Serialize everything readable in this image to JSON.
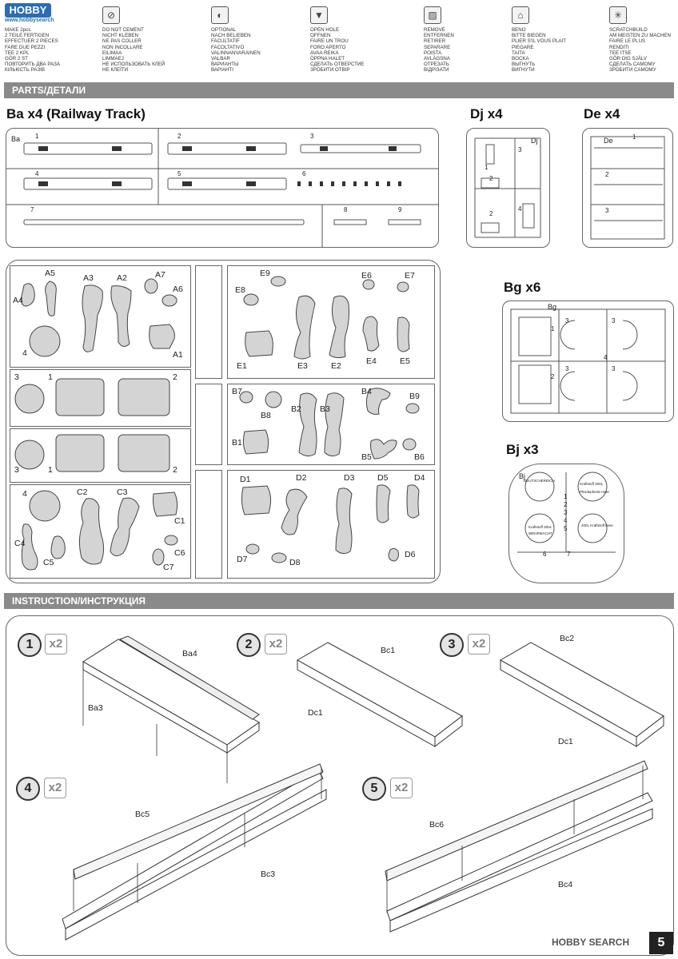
{
  "watermark": {
    "logo_text": "",
    "url": "www.hobbysearch",
    "site": "HOBBY SEARCH"
  },
  "legend": [
    {
      "icon": "make-two-icon",
      "lines": [
        "MAKE 2pcs",
        "2 TEILE FERTIGEN",
        "EFFECTUER 2 PIECES",
        "FARE DUE PEZZI",
        "TEE 2 KPL",
        "GÖR 2 ST",
        "ПОВТОРИТЬ ДВА РАЗА",
        "КІЛЬКІСТЬ РАЗІВ"
      ]
    },
    {
      "icon": "no-cement-icon",
      "lines": [
        "DO NOT CEMENT",
        "NICHT KLEBEN",
        "NE PAS COLLER",
        "NON INCOLLARE",
        "EILIMAA",
        "LIMMAEJ",
        "НЕ ИСПОЛЬЗОВАТЬ КЛЕЙ",
        "НЕ КЛЕЇТИ"
      ]
    },
    {
      "icon": "optional-icon",
      "lines": [
        "OPTIONAL",
        "NACH BELIEBEN",
        "FACULTATIF",
        "FACOLTATIVO",
        "VALINNANVARAINEN",
        "VALBAR",
        "ВАРИАНТЫ",
        "ВАРІАНТІ"
      ]
    },
    {
      "icon": "open-hole-icon",
      "lines": [
        "OPEN HOLE",
        "OFFNEN",
        "FAIRE UN TROU",
        "FORO APERTO",
        "AVAA REIKA",
        "ÖPPNA HALET",
        "СДЕЛАТЬ ОТВЕРСТИЕ",
        "ЗРОБИТИ ОТВІР"
      ]
    },
    {
      "icon": "remove-icon",
      "lines": [
        "REMOVE",
        "ENTFERNEN",
        "RETIRER",
        "SEPARARE",
        "POISTA",
        "AVLÄGSNA",
        "ОТРЕЗАТЬ",
        "ВІДРІЗАТИ"
      ]
    },
    {
      "icon": "bend-icon",
      "lines": [
        "BENO",
        "BITTE BIEGEN",
        "PLIER S'IL VOUS PLAIT",
        "PIEGARE",
        "TAITA",
        "BOCKA",
        "ВЫГНУТЬ",
        "ВИГНУТИ"
      ]
    },
    {
      "icon": "scratchbuild-icon",
      "lines": [
        "SCRATCHBUILD",
        "AM MEISTEN ZU MACHEN",
        "FAIRE LE PLUS",
        "RENDITI",
        "TEE ITSE",
        "GÖR DIG SJÄLV",
        "СДЕЛАТЬ САМОМУ",
        "ЗРОБИТИ САМОМУ"
      ]
    }
  ],
  "sections": {
    "parts": "PARTS/ДЕТАЛИ",
    "instruction": "INSTRUCTION/ИНСТРУКЦИЯ"
  },
  "sprues": {
    "ba": {
      "title": "Ba x4 (Railway Track)",
      "code": "Ba",
      "numbers": [
        "1",
        "2",
        "3",
        "4",
        "5",
        "6",
        "7",
        "8",
        "9"
      ]
    },
    "dj": {
      "title": "Dj x4",
      "code": "Dj",
      "numbers": [
        "1",
        "2",
        "2",
        "3",
        "4"
      ]
    },
    "de": {
      "title": "De x4",
      "code": "De",
      "numbers": [
        "1",
        "2",
        "3"
      ]
    },
    "bg": {
      "title": "Bg x6",
      "code": "Bg",
      "numbers": [
        "1",
        "2",
        "3",
        "3",
        "3",
        "3",
        "4"
      ]
    },
    "bj": {
      "title": "Bj x3",
      "code": "Bj",
      "numbers": [
        "1",
        "2",
        "3",
        "4",
        "5",
        "6",
        "7"
      ],
      "decals": [
        "DEUTSCHEREICH",
        "Kraftstoff 300L",
        "Pferdepferde Heer",
        "WEHRMACHT",
        "Kraftstoff 300L",
        "200L Kraftstoff Heer"
      ]
    }
  },
  "figure_sprue": {
    "a": {
      "labels": [
        "A5",
        "A3",
        "A2",
        "A7",
        "A4",
        "A6",
        "4",
        "A1"
      ]
    },
    "e": {
      "labels": [
        "E9",
        "E6",
        "E7",
        "E8",
        "E1",
        "E3",
        "E2",
        "E4",
        "E5"
      ]
    },
    "drum1": {
      "labels": [
        "3",
        "1",
        "2"
      ]
    },
    "drum2": {
      "labels": [
        "3",
        "1",
        "2"
      ]
    },
    "b": {
      "labels": [
        "B7",
        "B4",
        "B9",
        "B8",
        "B2",
        "B3",
        "B1",
        "B5",
        "B6"
      ]
    },
    "c": {
      "labels": [
        "4",
        "C2",
        "C3",
        "C1",
        "C4",
        "C6",
        "C5",
        "C7"
      ]
    },
    "d": {
      "labels": [
        "D1",
        "D2",
        "D3",
        "D5",
        "D4",
        "D7",
        "D8",
        "D6"
      ]
    }
  },
  "steps": [
    {
      "num": "1",
      "mult": "x2",
      "labels": [
        "Ba4",
        "Ba3"
      ]
    },
    {
      "num": "2",
      "mult": "x2",
      "labels": [
        "Bc1",
        "Dc1"
      ]
    },
    {
      "num": "3",
      "mult": "x2",
      "labels": [
        "Bc2",
        "Dc1"
      ]
    },
    {
      "num": "4",
      "mult": "x2",
      "labels": [
        "Bc5",
        "Bc3"
      ]
    },
    {
      "num": "5",
      "mult": "x2",
      "labels": [
        "Bc6",
        "Bc4"
      ]
    }
  ],
  "page_number": "5"
}
